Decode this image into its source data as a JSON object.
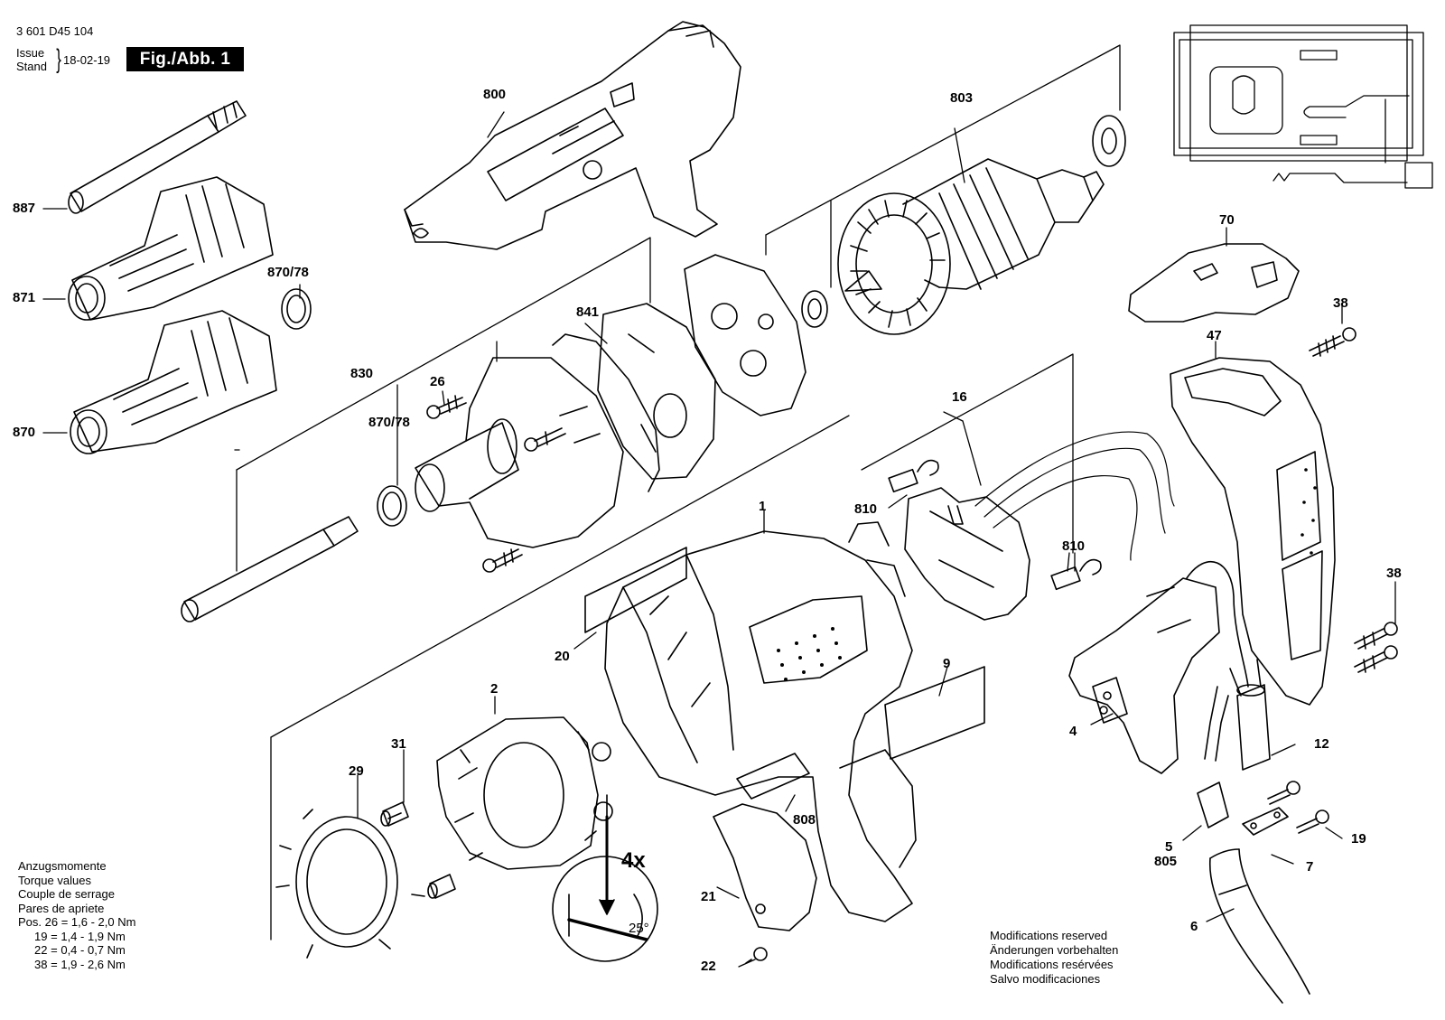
{
  "header": {
    "part_number": "3 601 D45 104",
    "issue_label": "Issue",
    "stand_label": "Stand",
    "date": "18-02-19",
    "figure": "Fig./Abb. 1"
  },
  "labels": {
    "p800": "800",
    "p803": "803",
    "p887": "887",
    "p871": "871",
    "p870_78a": "870/78",
    "p870": "870",
    "p841": "841",
    "p830": "830",
    "p26": "26",
    "p870_78b": "870/78",
    "p70": "70",
    "p38a": "38",
    "p47": "47",
    "p16": "16",
    "p810a": "810",
    "p810b": "810",
    "p1": "1",
    "p20": "20",
    "p9": "9",
    "p38b": "38",
    "p2": "2",
    "p31": "31",
    "p29": "29",
    "p4": "4",
    "p12": "12",
    "p808": "808",
    "p19": "19",
    "p5": "5",
    "p805": "805",
    "p7": "7",
    "p21": "21",
    "p22": "22",
    "p6": "6",
    "qty": "4x",
    "angle": "25°"
  },
  "torque": {
    "lines": [
      "Anzugsmomente",
      "Torque values",
      "Couple de serrage",
      "Pares de apriete"
    ],
    "rows": [
      "Pos. 26 = 1,6 - 2,0 Nm",
      "     19 = 1,4 - 1,9 Nm",
      "     22 = 0,4 - 0,7 Nm",
      "     38 = 1,9 - 2,6 Nm"
    ]
  },
  "modifications": [
    "Modifications reserved",
    "Änderungen vorbehalten",
    "Modifications resérvées",
    "Salvo modificaciones"
  ]
}
